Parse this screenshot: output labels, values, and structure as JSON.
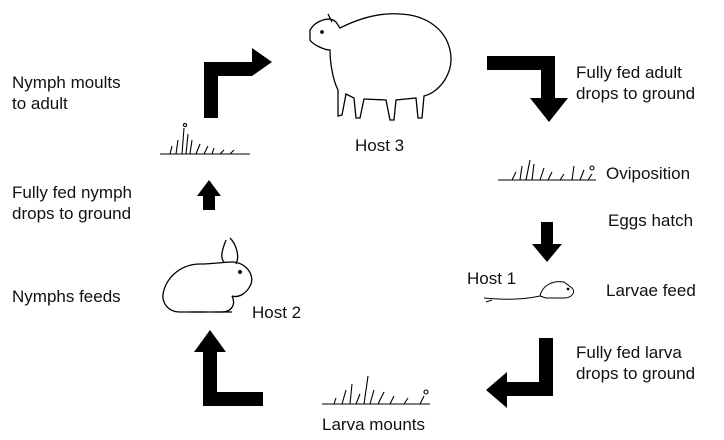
{
  "diagram": {
    "labels": {
      "nymph_moults": [
        "Nymph moults",
        "to adult"
      ],
      "fully_fed_nymph": [
        "Fully fed nymph",
        "drops to ground"
      ],
      "nymphs_feeds": "Nymphs feeds",
      "host2": "Host 2",
      "host3": "Host 3",
      "fully_fed_adult": [
        "Fully fed adult",
        "drops to ground"
      ],
      "oviposition": "Oviposition",
      "eggs_hatch": "Eggs hatch",
      "host1": "Host 1",
      "larvae_feed": "Larvae feed",
      "fully_fed_larva": [
        "Fully fed larva",
        "drops to ground"
      ],
      "larva_mounts": "Larva mounts"
    },
    "icons": [
      "sheep-icon",
      "rabbit-icon",
      "rodent-icon",
      "grass-icon"
    ],
    "colors": {
      "ink": "#000000",
      "background": "#ffffff"
    }
  }
}
